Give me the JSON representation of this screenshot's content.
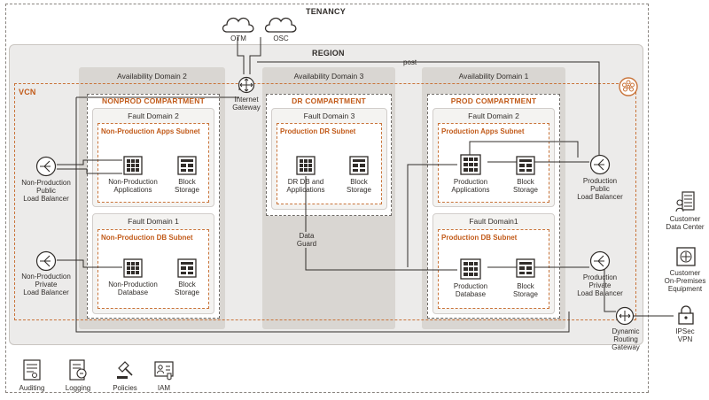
{
  "tenancy": "TENANCY",
  "region": "REGION",
  "vcn": "VCN",
  "clouds": {
    "otm": "OTM",
    "osc": "OSC"
  },
  "internet_gateway": [
    "Internet",
    "Gateway"
  ],
  "post_label": "post",
  "data_guard": [
    "Data",
    "Guard"
  ],
  "availability_domains": {
    "ad2": "Availability Domain 2",
    "ad3": "Availability Domain 3",
    "ad1": "Availability Domain 1"
  },
  "compartments": {
    "nonprod": "NONPROD COMPARTMENT",
    "dr": "DR COMPARTMENT",
    "prod": "PROD COMPARTMENT"
  },
  "fault_domains": {
    "np_top": "Fault Domain 2",
    "np_bottom": "Fault Domain 1",
    "dr": "Fault Domain 3",
    "p_top": "Fault Domain 2",
    "p_bottom": "Fault Domain1"
  },
  "subnets": {
    "np_apps": "Non-Production Apps Subnet",
    "np_db": "Non-Production DB Subnet",
    "dr": "Production DR Subnet",
    "p_apps": "Production Apps Subnet",
    "p_db": "Production DB Subnet"
  },
  "components": {
    "np_apps": [
      "Non-Production",
      "Applications"
    ],
    "np_apps_storage": [
      "Block",
      "Storage"
    ],
    "np_db": [
      "Non-Production",
      "Database"
    ],
    "np_db_storage": [
      "Block",
      "Storage"
    ],
    "dr_db": [
      "DR DB and",
      "Applications"
    ],
    "dr_storage": [
      "Block",
      "Storage"
    ],
    "p_apps": [
      "Production",
      "Applications"
    ],
    "p_apps_storage": [
      "Block",
      "Storage"
    ],
    "p_db": [
      "Production",
      "Database"
    ],
    "p_db_storage": [
      "Block",
      "Storage"
    ]
  },
  "load_balancers": {
    "np_public": [
      "Non-Production",
      "Public",
      "Load Balancer"
    ],
    "np_private": [
      "Non-Production",
      "Private",
      "Load Balancer"
    ],
    "p_public": [
      "Production",
      "Public",
      "Load Balancer"
    ],
    "p_private": [
      "Production",
      "Private",
      "Load Balancer"
    ]
  },
  "drg": [
    "Dynamic",
    "Routing",
    "Gateway"
  ],
  "external": {
    "data_center": [
      "Customer",
      "Data Center"
    ],
    "cpe": [
      "Customer",
      "On-Premises",
      "Equipment"
    ],
    "vpn": [
      "IPSec",
      "VPN"
    ]
  },
  "services": [
    "Auditing",
    "Logging",
    "Policies",
    "IAM"
  ],
  "colors": {
    "accent": "#c25b1a",
    "ink": "#312d2a",
    "region_bg": "#ecebea",
    "ad_bg": "#d9d6d2"
  }
}
